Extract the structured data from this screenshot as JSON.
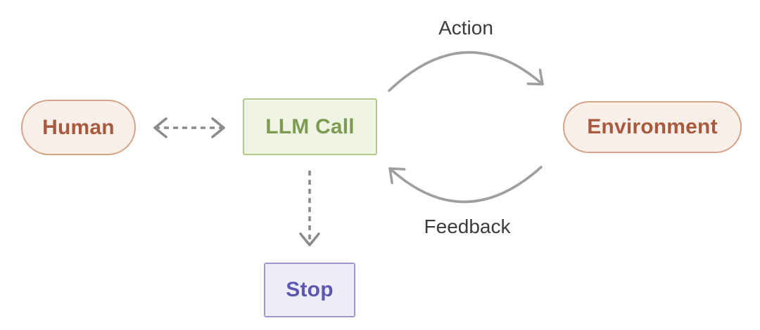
{
  "diagram": {
    "background": "#ffffff",
    "nodes": {
      "human": {
        "label": "Human",
        "shape": "pill",
        "fill": "#f8efe9",
        "border_color": "#d3a287",
        "text_color": "#a85a3e"
      },
      "llm_call": {
        "label": "LLM Call",
        "shape": "rectangle",
        "fill": "#f0f4e5",
        "border_color": "#b3c789",
        "text_color": "#7d9c52"
      },
      "environment": {
        "label": "Environment",
        "shape": "pill",
        "fill": "#f8efe9",
        "border_color": "#d3a287",
        "text_color": "#a85a3e"
      },
      "stop": {
        "label": "Stop",
        "shape": "rectangle",
        "fill": "#efeef8",
        "border_color": "#9b99d0",
        "text_color": "#5b58b2"
      }
    },
    "edges": {
      "human_llm": {
        "from": "Human",
        "to": "LLM Call",
        "style": "dashed",
        "direction": "bidirectional",
        "color": "#8b8b8b"
      },
      "action": {
        "label": "Action",
        "from": "LLM Call",
        "to": "Environment",
        "style": "solid-curve",
        "direction": "forward",
        "color": "#9f9f9f"
      },
      "feedback": {
        "label": "Feedback",
        "from": "Environment",
        "to": "LLM Call",
        "style": "solid-curve",
        "direction": "forward",
        "color": "#9f9f9f"
      },
      "llm_stop": {
        "from": "LLM Call",
        "to": "Stop",
        "style": "dashed",
        "direction": "down",
        "color": "#8b8b8b"
      }
    },
    "edge_label_color": "#3b3b3b"
  }
}
